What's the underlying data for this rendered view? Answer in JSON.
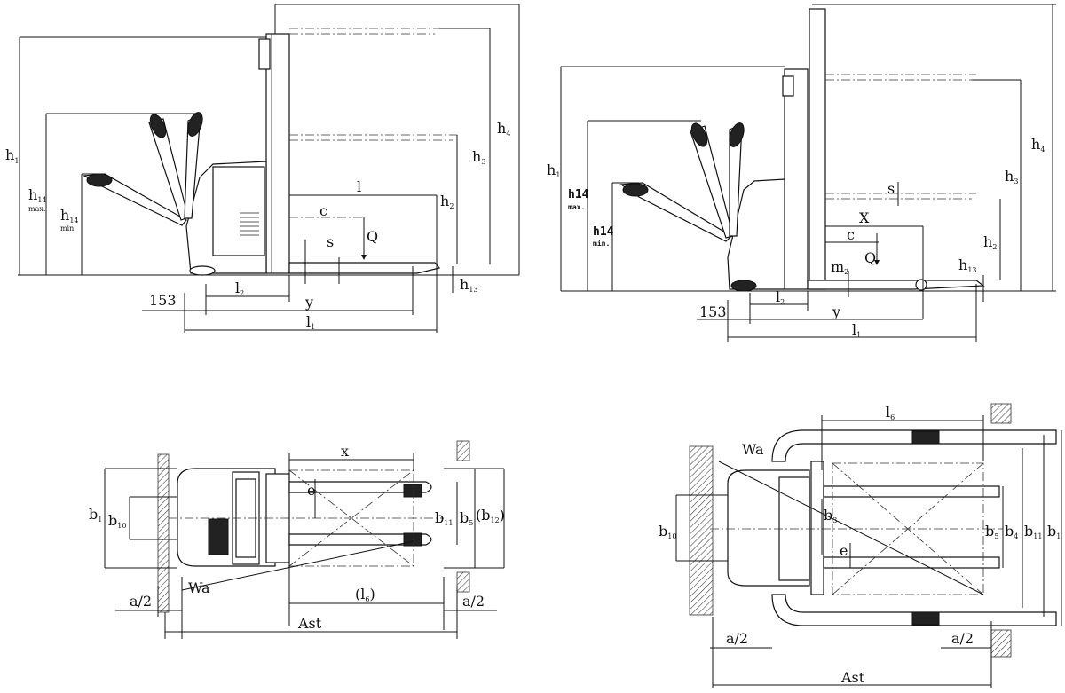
{
  "diagrams": {
    "side_view_left": {
      "labels": {
        "h1": "h",
        "h1_sub": "1",
        "h14_max": "h",
        "h14_max_sub": "14",
        "h14_max_note": "max.",
        "h14_min": "h",
        "h14_min_sub": "14",
        "h14_min_note": "min.",
        "h3": "h",
        "h3_sub": "3",
        "h4": "h",
        "h4_sub": "4",
        "h2": "h",
        "h2_sub": "2",
        "h13": "h",
        "h13_sub": "13",
        "l": "l",
        "c": "c",
        "s": "s",
        "Q": "Q",
        "dim_153": "153",
        "l2": "l",
        "l2_sub": "2",
        "y": "y",
        "l1": "l",
        "l1_sub": "1"
      }
    },
    "side_view_right": {
      "labels": {
        "h1": "h",
        "h1_sub": "1",
        "h14_max": "h14",
        "h14_max_note": "max.",
        "h14_min": "h14",
        "h14_min_note": "min.",
        "h3": "h",
        "h3_sub": "3",
        "h4": "h",
        "h4_sub": "4",
        "h2": "h",
        "h2_sub": "2",
        "h13": "h",
        "h13_sub": "13",
        "s": "s",
        "X": "X",
        "c": "c",
        "Q": "Q",
        "m2": "m",
        "m2_sub": "2",
        "dim_153": "153",
        "l2": "l",
        "l2_sub": "2",
        "y": "y",
        "l1": "l",
        "l1_sub": "1"
      }
    },
    "top_view_left": {
      "labels": {
        "x": "x",
        "e": "e",
        "b1": "b",
        "b1_sub": "1",
        "b10": "b",
        "b10_sub": "10",
        "b11": "b",
        "b11_sub": "11",
        "b5": "b",
        "b5_sub": "5",
        "b12": "(b",
        "b12_sub": "12",
        "b12_close": ")",
        "Wa": "Wa",
        "l6": "(l",
        "l6_sub": "6",
        "l6_close": ")",
        "a2_left": "a/2",
        "a2_right": "a/2",
        "Ast": "Ast"
      }
    },
    "top_view_right": {
      "labels": {
        "l6": "l",
        "l6_sub": "6",
        "Wa": "Wa",
        "b3": "b",
        "b3_sub": "3",
        "e": "e",
        "b10": "b",
        "b10_sub": "10",
        "b5": "b",
        "b5_sub": "5",
        "b4": "b",
        "b4_sub": "4",
        "b11": "b",
        "b11_sub": "11",
        "b1": "b",
        "b1_sub": "1",
        "a2_left": "a/2",
        "a2_right": "a/2",
        "Ast": "Ast"
      }
    }
  }
}
